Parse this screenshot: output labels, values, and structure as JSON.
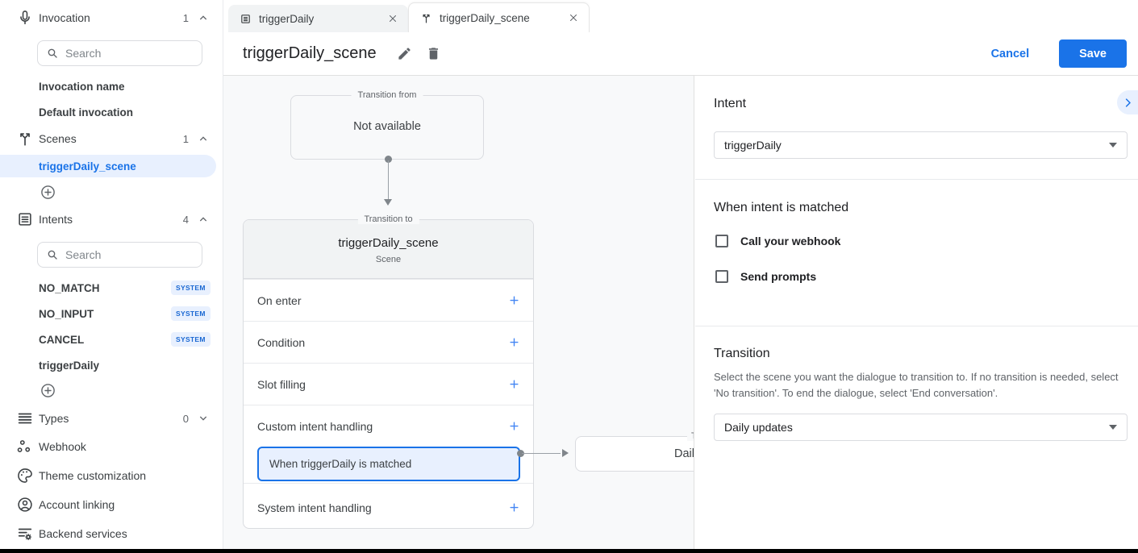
{
  "colors": {
    "accent": "#1a73e8",
    "selected_bg": "#e8f0fe",
    "canvas_bg": "#f8f9fa",
    "badge_text": "#1967d2"
  },
  "sidebar": {
    "invocation": {
      "label": "Invocation",
      "count": "1",
      "search_placeholder": "Search",
      "items": [
        {
          "label": "Invocation name"
        },
        {
          "label": "Default invocation"
        }
      ]
    },
    "scenes": {
      "label": "Scenes",
      "count": "1",
      "items": [
        {
          "label": "triggerDaily_scene"
        }
      ]
    },
    "intents": {
      "label": "Intents",
      "count": "4",
      "search_placeholder": "Search",
      "items": [
        {
          "label": "NO_MATCH",
          "badge": "SYSTEM"
        },
        {
          "label": "NO_INPUT",
          "badge": "SYSTEM"
        },
        {
          "label": "CANCEL",
          "badge": "SYSTEM"
        },
        {
          "label": "triggerDaily"
        }
      ]
    },
    "types": {
      "label": "Types",
      "count": "0"
    },
    "webhook": {
      "label": "Webhook"
    },
    "theme": {
      "label": "Theme customization"
    },
    "account": {
      "label": "Account linking"
    },
    "backend": {
      "label": "Backend services"
    }
  },
  "tabs": {
    "tab1": {
      "label": "triggerDaily"
    },
    "tab2": {
      "label": "triggerDaily_scene"
    }
  },
  "header": {
    "title": "triggerDaily_scene",
    "cancel": "Cancel",
    "save": "Save"
  },
  "canvas": {
    "from_box": {
      "label": "Transition from",
      "content": "Not available"
    },
    "scene_box": {
      "label": "Transition to",
      "title": "triggerDaily_scene",
      "subtitle": "Scene",
      "rows": [
        {
          "label": "On enter"
        },
        {
          "label": "Condition"
        },
        {
          "label": "Slot filling"
        },
        {
          "label": "Custom intent handling"
        },
        {
          "label": "System intent handling"
        }
      ],
      "intent_card": {
        "label": "When triggerDaily is matched"
      }
    },
    "next_box": {
      "label": "Transition to",
      "content": "Daily updates"
    }
  },
  "panel": {
    "intent": {
      "heading": "Intent",
      "selected": "triggerDaily"
    },
    "matched": {
      "heading": "When intent is matched",
      "options": [
        {
          "label": "Call your webhook",
          "checked": false
        },
        {
          "label": "Send prompts",
          "checked": false
        }
      ]
    },
    "transition": {
      "heading": "Transition",
      "description": "Select the scene you want the dialogue to transition to. If no transition is needed, select 'No transition'. To end the dialogue, select 'End conversation'.",
      "selected": "Daily updates"
    }
  }
}
